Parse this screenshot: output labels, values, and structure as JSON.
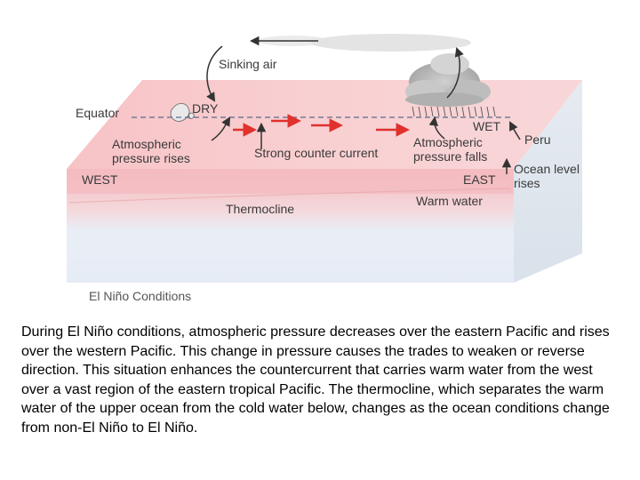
{
  "diagram": {
    "labels": {
      "sinking_air": "Sinking air",
      "equator": "Equator",
      "dry": "DRY",
      "wet": "WET",
      "peru": "Peru",
      "pressure_rises": [
        "Atmospheric",
        "pressure rises"
      ],
      "countercurrent": "Strong counter current",
      "pressure_falls": [
        "Atmospheric",
        "pressure falls"
      ],
      "ocean_level": [
        "Ocean level",
        "rises"
      ],
      "west": "WEST",
      "east": "EAST",
      "warm_water": "Warm water",
      "thermocline": "Thermocline",
      "conditions_title": "El Niño Conditions"
    },
    "colors": {
      "surface_pink": "#f6b5b8",
      "ocean_top": "#f7c9cc",
      "ocean_bottom": "#e8eef6",
      "side_face": "#dde5ee",
      "arrow_red": "#e0312d",
      "arrow_dark": "#333333"
    }
  },
  "caption": "During El Niño conditions, atmospheric pressure decreases over the eastern Pacific and rises over the western Pacific. This change in pressure causes the trades to weaken or reverse direction. This situation enhances the countercurrent that carries warm water from the west over a vast region of the eastern tropical Pacific. The thermocline, which separates the warm water of the upper ocean from the cold water below, changes as the ocean conditions change from non-El Niño to El Niño."
}
